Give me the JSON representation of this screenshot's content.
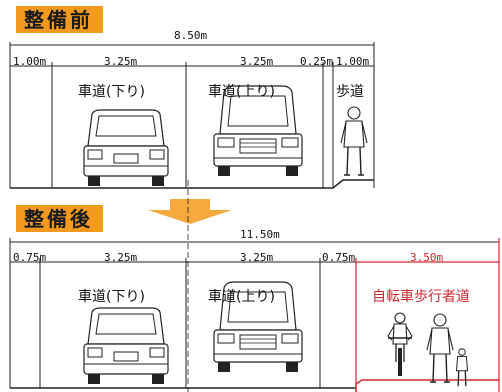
{
  "before": {
    "title": "整備前",
    "total_width": "8.50m",
    "segments": [
      "1.00m",
      "3.25m",
      "3.25m",
      "0.25m",
      "1.00m"
    ],
    "lanes": [
      "車道(下り)",
      "車道(上り)",
      "歩道"
    ]
  },
  "after": {
    "title": "整備後",
    "total_width": "11.50m",
    "segments": [
      "0.75m",
      "3.25m",
      "3.25m",
      "0.75m",
      "3.50m"
    ],
    "lanes": [
      "車道(下り)",
      "車道(上り)",
      "自転車歩行者道"
    ]
  },
  "colors": {
    "badge": "#f39a1e",
    "arrow": "#f7a83a",
    "highlight": "#d4262f"
  }
}
